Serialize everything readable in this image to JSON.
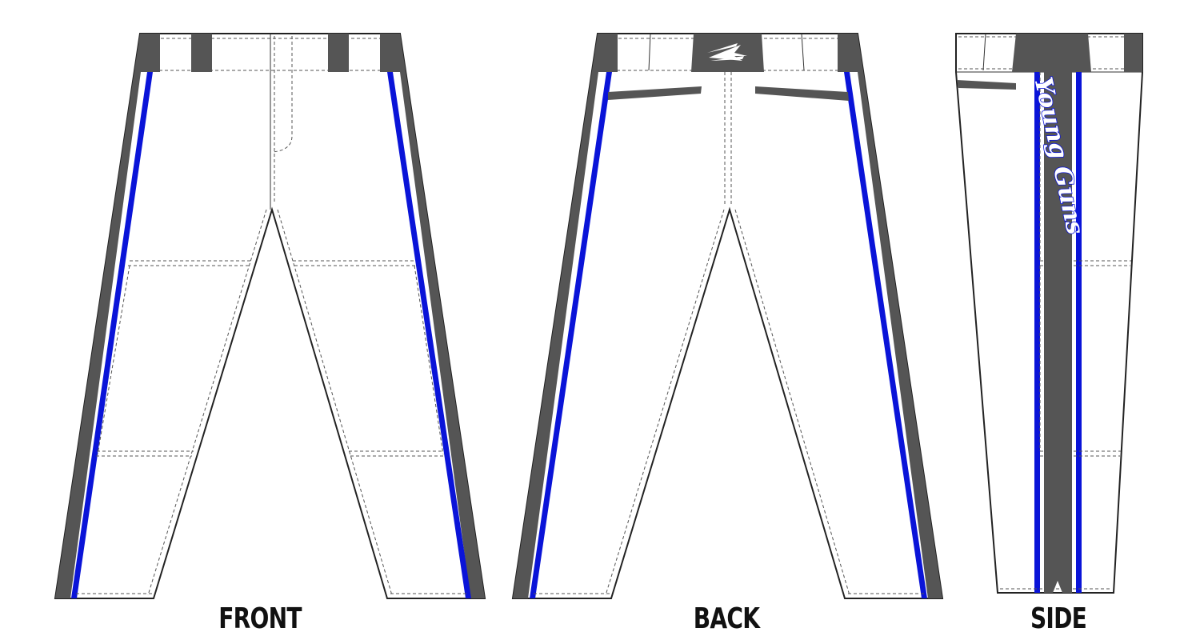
{
  "labels": {
    "front": "FRONT",
    "back": "BACK",
    "side": "SIDE"
  },
  "wordmark": "Young Guns",
  "colors": {
    "background": "#ffffff",
    "outline": "#222222",
    "charcoal": "#555555",
    "royal_blue": "#0a14d8",
    "stitch": "#555555"
  }
}
